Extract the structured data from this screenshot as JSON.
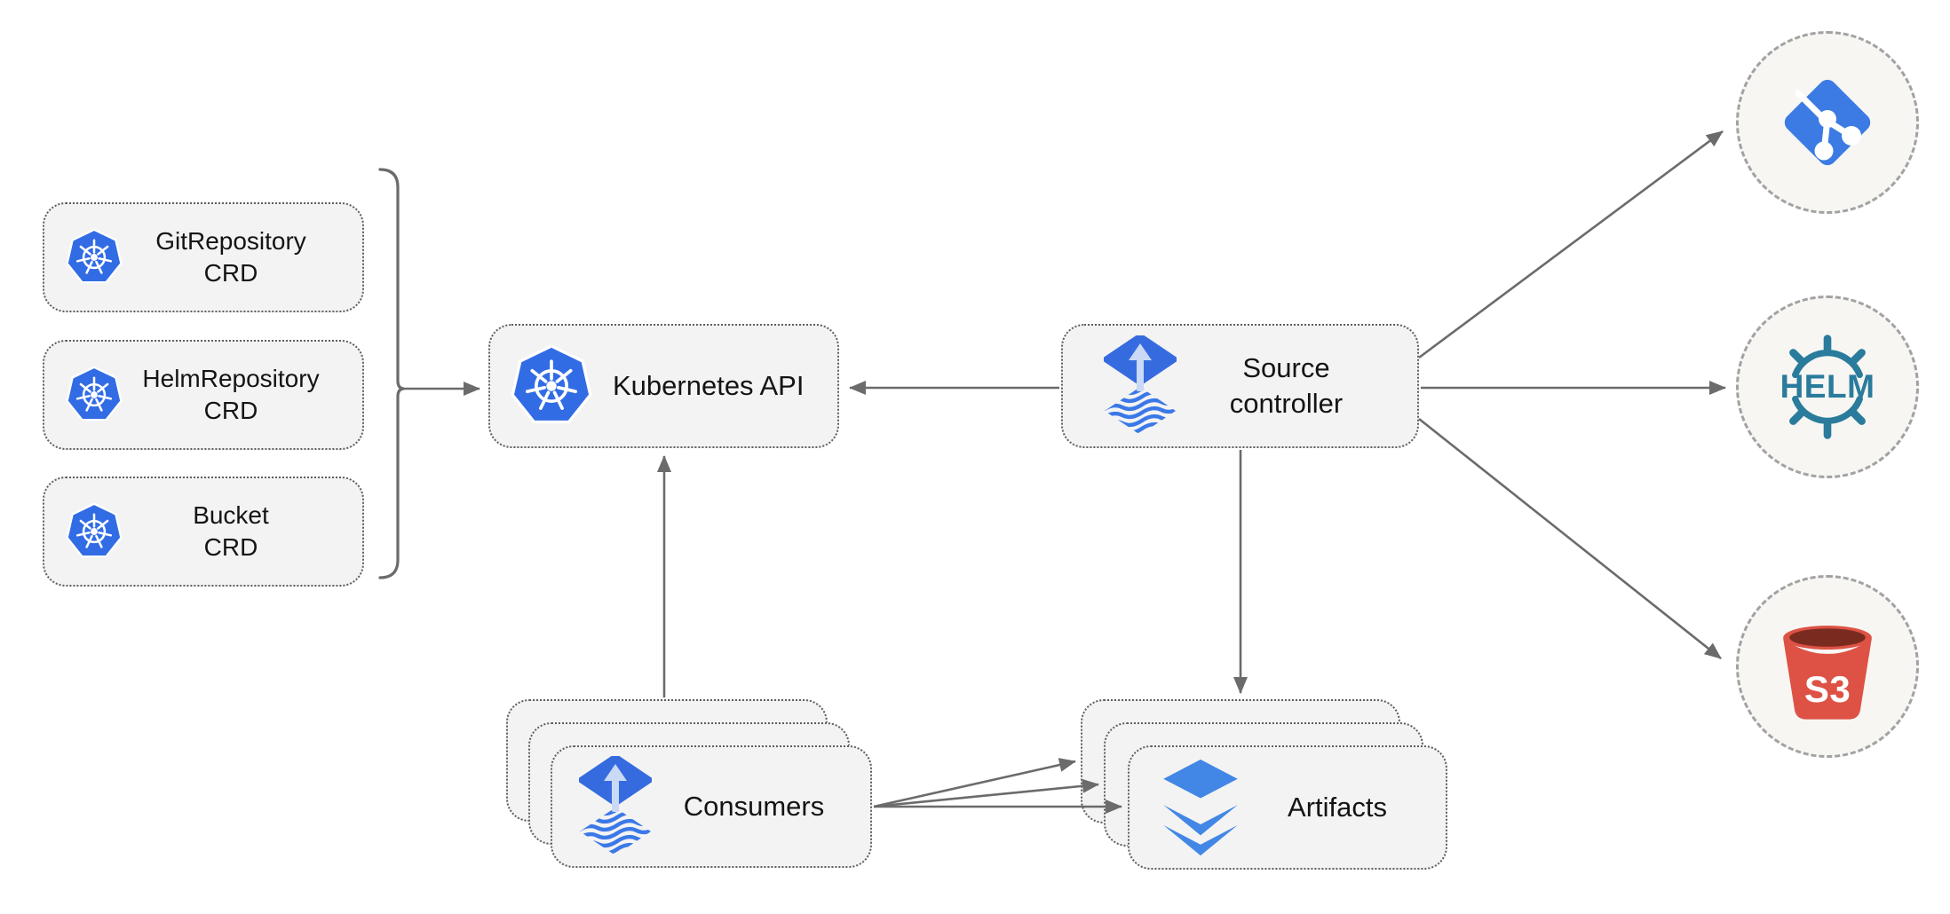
{
  "diagram": {
    "nodes": {
      "git_repository_crd": {
        "line1": "GitRepository",
        "line2": "CRD"
      },
      "helm_repository_crd": {
        "line1": "HelmRepository",
        "line2": "CRD"
      },
      "bucket_crd": {
        "line1": "Bucket",
        "line2": "CRD"
      },
      "kubernetes_api": {
        "label": "Kubernetes API"
      },
      "source_controller": {
        "line1": "Source",
        "line2": "controller"
      },
      "consumers": {
        "label": "Consumers"
      },
      "artifacts": {
        "label": "Artifacts"
      }
    },
    "externals": {
      "git": {
        "icon": "git-icon"
      },
      "helm": {
        "icon": "helm-icon",
        "label": "HELM"
      },
      "s3": {
        "icon": "s3-bucket-icon",
        "label": "S3"
      }
    },
    "colors": {
      "kubernetes_blue": "#326CE5",
      "flux_blue": "#366BE0",
      "layers_blue": "#4287E5",
      "git_blue": "#3B7BE3",
      "helm_teal": "#2A7B9C",
      "s3_red": "#DD5245",
      "s3_dark_red": "#7A2B20",
      "box_fill": "#F3F3F3",
      "arrow_gray": "#6B6B6B"
    }
  }
}
